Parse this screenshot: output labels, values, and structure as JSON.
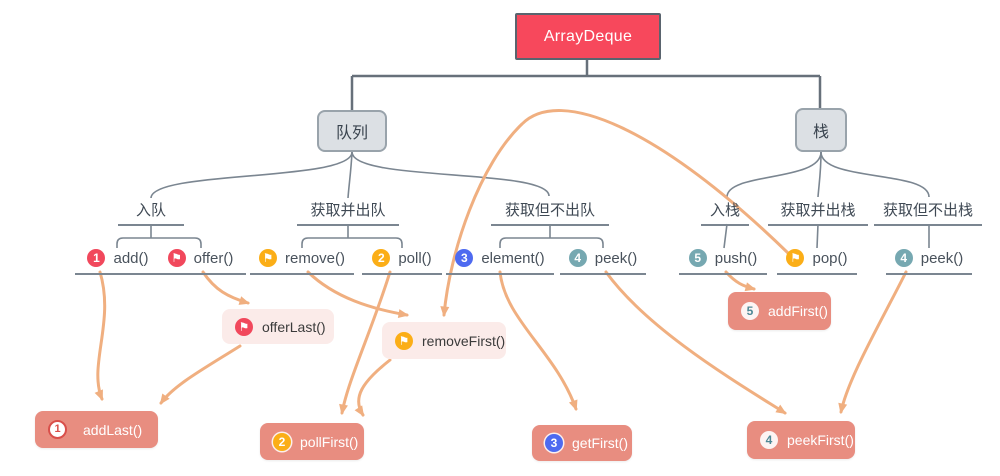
{
  "root": {
    "label": "ArrayDeque"
  },
  "queue": {
    "label": "队列",
    "groups": [
      {
        "label": "入队",
        "methods": [
          {
            "badge": "1",
            "label": "add()"
          },
          {
            "badge": "⚑",
            "label": "offer()"
          }
        ]
      },
      {
        "label": "获取并出队",
        "methods": [
          {
            "badge": "⚑",
            "label": "remove()"
          },
          {
            "badge": "2",
            "label": "poll()"
          }
        ]
      },
      {
        "label": "获取但不出队",
        "methods": [
          {
            "badge": "3",
            "label": "element()"
          },
          {
            "badge": "4",
            "label": "peek()"
          }
        ]
      }
    ]
  },
  "stack": {
    "label": "栈",
    "groups": [
      {
        "label": "入栈",
        "methods": [
          {
            "badge": "5",
            "label": "push()"
          }
        ]
      },
      {
        "label": "获取并出栈",
        "methods": [
          {
            "badge": "⚑",
            "label": "pop()"
          }
        ]
      },
      {
        "label": "获取但不出栈",
        "methods": [
          {
            "badge": "4",
            "label": "peek()"
          }
        ]
      }
    ]
  },
  "deque_methods": {
    "offer_last": {
      "badge": "⚑",
      "label": "offerLast()"
    },
    "remove_first": {
      "badge": "⚑",
      "label": "removeFirst()"
    },
    "add_first": {
      "badge": "5",
      "label": "addFirst()"
    },
    "add_last": {
      "badge": "1",
      "label": "addLast()"
    },
    "poll_first": {
      "badge": "2",
      "label": "pollFirst()"
    },
    "get_first": {
      "badge": "3",
      "label": "getFirst()"
    },
    "peek_first": {
      "badge": "4",
      "label": "peekFirst()"
    }
  },
  "mappings": [
    {
      "from": "add()",
      "to": "addLast()"
    },
    {
      "from": "offer()",
      "to": "offerLast()"
    },
    {
      "from": "offerLast()",
      "to": "addLast()"
    },
    {
      "from": "remove()",
      "to": "removeFirst()"
    },
    {
      "from": "pop()",
      "to": "removeFirst()"
    },
    {
      "from": "poll()",
      "to": "pollFirst()"
    },
    {
      "from": "removeFirst()",
      "to": "pollFirst()"
    },
    {
      "from": "element()",
      "to": "getFirst()"
    },
    {
      "from": "peek() [队列]",
      "to": "peekFirst()"
    },
    {
      "from": "push()",
      "to": "addFirst()"
    },
    {
      "from": "peek() [栈]",
      "to": "peekFirst()"
    }
  ],
  "colors": {
    "root_fill": "#F7485C",
    "branch_fill": "#DCE0E4",
    "solid_node_fill": "#E88D80",
    "light_node_fill": "#FBEBE9",
    "arrow": "#F0AF80",
    "tree_line": "#7B8691",
    "badge_red": "#F1485C",
    "badge_yellow": "#FBAE17",
    "badge_blue": "#4E6AF0",
    "badge_teal": "#76A8B1"
  }
}
